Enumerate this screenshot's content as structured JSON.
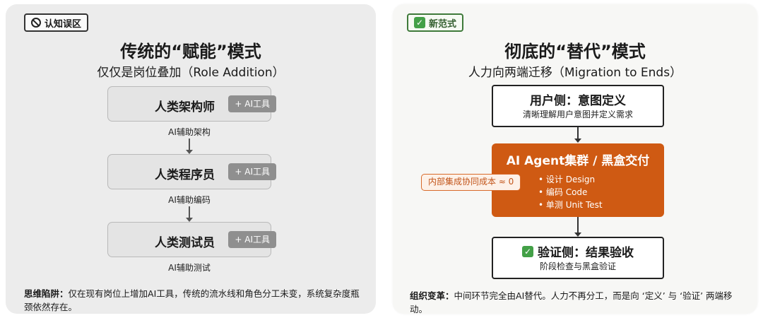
{
  "left": {
    "tag": "认知误区",
    "title": "传统的“赋能”模式",
    "subtitle": "仅仅是岗位叠加（Role Addition）",
    "roles": [
      {
        "name": "人类架构师",
        "chip": "+ AI工具",
        "assist": "AI辅助架构"
      },
      {
        "name": "人类程序员",
        "chip": "+ AI工具",
        "assist": "AI辅助编码"
      },
      {
        "name": "人类测试员",
        "chip": "+ AI工具",
        "assist": "AI辅助测试"
      }
    ],
    "footer_label": "思维陷阱：",
    "footer_text": "仅在现有岗位上增加AI工具，传统的流水线和角色分工未变，系统复杂度瓶颈依然存在。"
  },
  "right": {
    "tag": "新范式",
    "title": "彻底的“替代”模式",
    "subtitle": "人力向两端迁移（Migration to Ends）",
    "user_box": {
      "title": "用户侧：意图定义",
      "sub": "清晰理解用户意图并定义需求"
    },
    "agent_box": {
      "title": "AI Agent集群 / 黑盒交付",
      "items": [
        "• 设计 Design",
        "• 编码 Code",
        "• 单测 Unit Test"
      ]
    },
    "cost_badge": "内部集成协同成本 ≈ 0",
    "verify_box": {
      "title": "验证侧：结果验收",
      "sub": "阶段检查与黑盒验证"
    },
    "footer_label": "组织变革：",
    "footer_text": "中间环节完全由AI替代。人力不再分工，而是向 ‘定义’ 与 ‘验证’ 两端移动。"
  },
  "colors": {
    "agent": "#cf5a13",
    "check": "#43a047",
    "chip": "#8f8f8f"
  }
}
